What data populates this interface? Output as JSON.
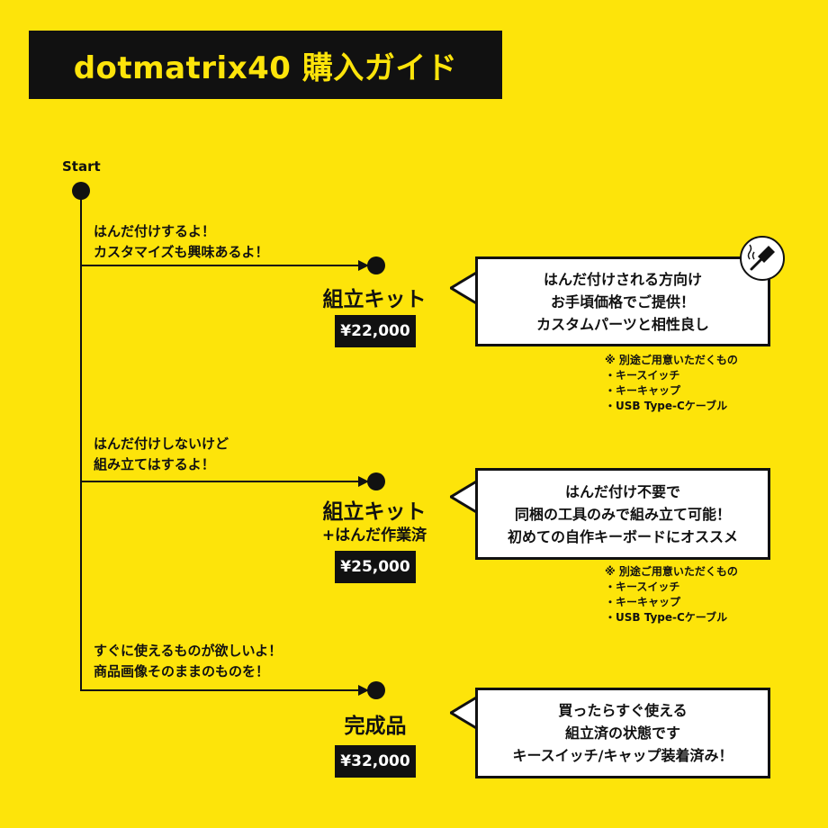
{
  "title": "dotmatrix40 購入ガイド",
  "start_label": "Start",
  "branches": [
    {
      "condition": [
        "はんだ付けするよ！",
        "カスタマイズも興味あるよ！"
      ],
      "option": "組立キット",
      "option_sub": "",
      "price": "¥22,000",
      "bubble": [
        "はんだ付けされる方向け",
        "お手頃価格でご提供！",
        "カスタムパーツと相性良し"
      ],
      "note": [
        "※ 別途ご用意いただくもの",
        "・キースイッチ",
        "・キーキャップ",
        "・USB Type-Cケーブル"
      ]
    },
    {
      "condition": [
        "はんだ付けしないけど",
        "組み立てはするよ！"
      ],
      "option": "組立キット",
      "option_sub": "+はんだ作業済",
      "price": "¥25,000",
      "bubble": [
        "はんだ付け不要で",
        "同梱の工具のみで組み立て可能！",
        "初めての自作キーボードにオススメ"
      ],
      "note": [
        "※ 別途ご用意いただくもの",
        "・キースイッチ",
        "・キーキャップ",
        "・USB Type-Cケーブル"
      ]
    },
    {
      "condition": [
        "すぐに使えるものが欲しいよ！",
        "商品画像そのままのものを！"
      ],
      "option": "完成品",
      "option_sub": "",
      "price": "¥32,000",
      "bubble": [
        "買ったらすぐ使える",
        "組立済の状態です",
        "キースイッチ/キャップ装着済み！"
      ],
      "note": []
    }
  ],
  "icons": {
    "soldering": "soldering-iron-icon"
  },
  "colors": {
    "background": "#FDE40A",
    "ink": "#111111",
    "panel": "#FFFFFF"
  }
}
